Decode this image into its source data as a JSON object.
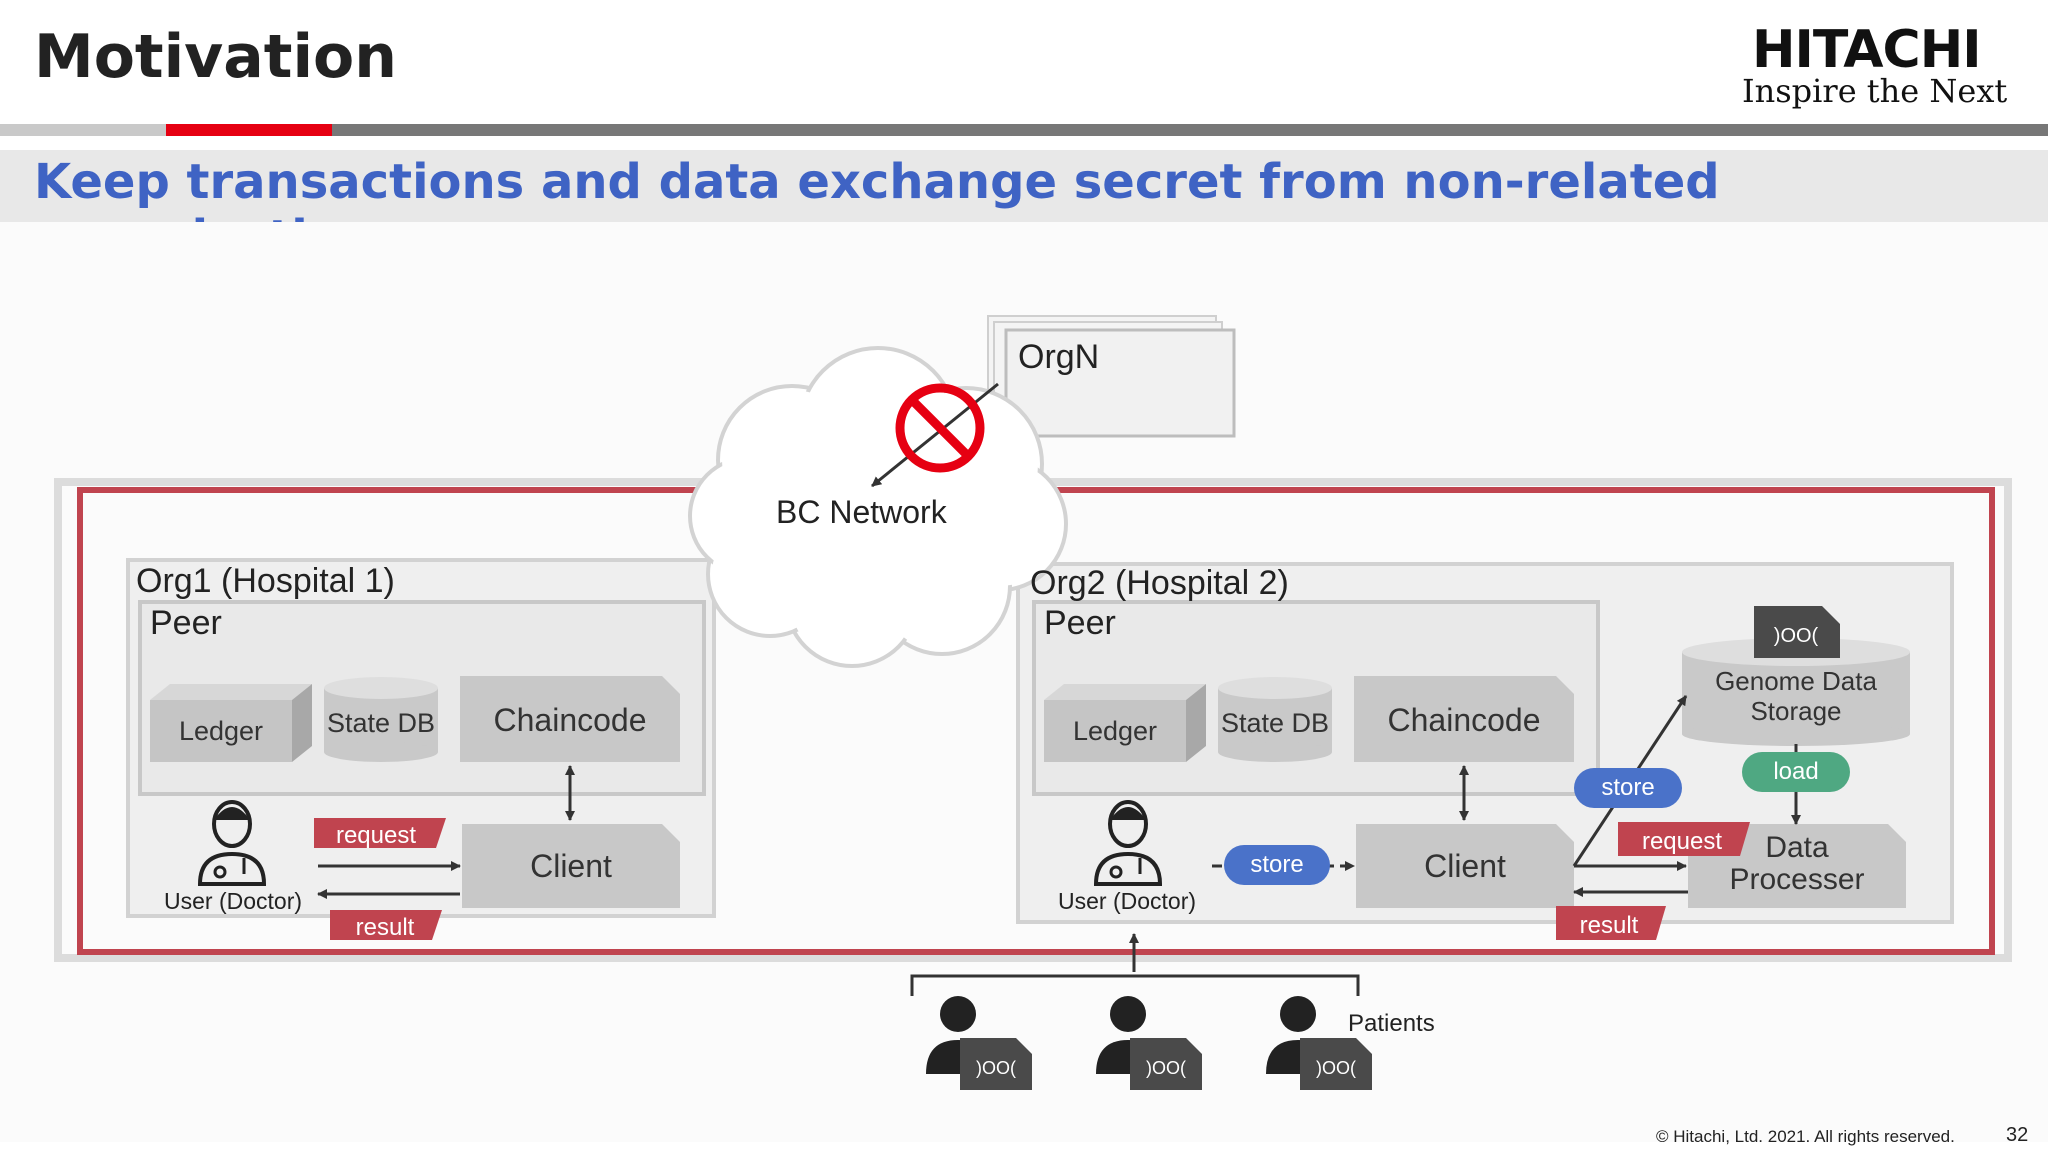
{
  "header": {
    "title": "Motivation",
    "logo_word": "HITACHI",
    "logo_tagline": "Inspire the Next",
    "subtitle": "Keep transactions and data exchange secret from non-related organizations"
  },
  "diagram": {
    "orgn_label": "OrgN",
    "network_label": "BC Network",
    "org1": {
      "title": "Org1 (Hospital 1)",
      "peer_label": "Peer",
      "ledger": "Ledger",
      "state_db": "State DB",
      "chaincode": "Chaincode",
      "client": "Client",
      "user": "User (Doctor)",
      "request_tag": "request",
      "result_tag": "result"
    },
    "org2": {
      "title": "Org2 (Hospital 2)",
      "peer_label": "Peer",
      "ledger": "Ledger",
      "state_db": "State DB",
      "chaincode": "Chaincode",
      "client": "Client",
      "user": "User (Doctor)",
      "store_user": "store",
      "store_storage": "store",
      "load": "load",
      "request_tag": "request",
      "result_tag": "result",
      "storage_line1": "Genome Data",
      "storage_line2": "Storage",
      "processor_line1": "Data",
      "processor_line2": "Processer"
    },
    "patients_label": "Patients"
  },
  "colors": {
    "accent_blue": "#3f63c4",
    "brand_red": "#e60012",
    "frame_red": "#c0444f",
    "tag_red": "#c0444f",
    "pill_blue": "#4a72c9",
    "pill_green": "#4fa882",
    "box_gray": "#c8c8c8"
  },
  "footer": {
    "copyright": "© Hitachi, Ltd. 2021. All rights reserved.",
    "page": "32"
  }
}
